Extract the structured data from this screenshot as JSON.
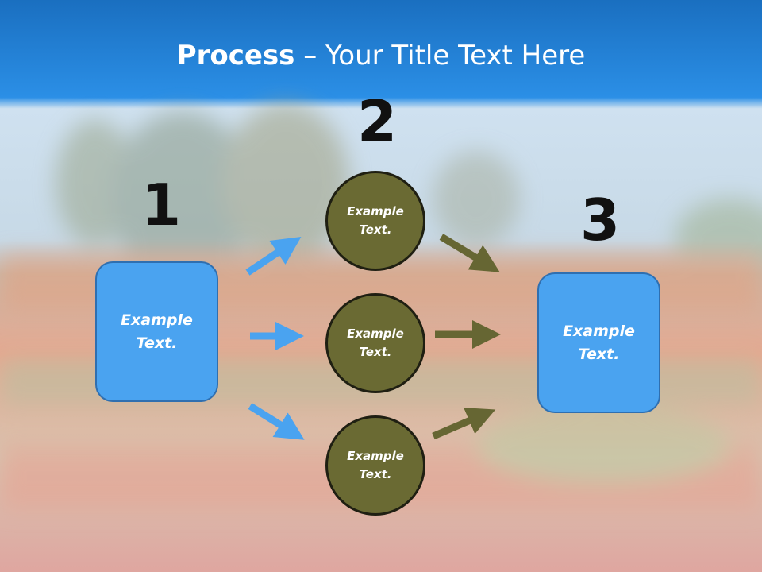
{
  "slide": {
    "title_bold": "Process",
    "title_rest": " – Your Title Text Here",
    "step_numbers": [
      "1",
      "2",
      "3"
    ],
    "left_box": "Example Text.",
    "circles": [
      "Example Text.",
      "Example Text.",
      "Example Text."
    ],
    "right_box": "Example Text."
  },
  "colors": {
    "header_blue": "#1f86de",
    "box_blue": "#4aa3f0",
    "circle_olive": "#6a6a33",
    "arrow_blue": "#4aa3f0",
    "arrow_olive": "#666633"
  }
}
